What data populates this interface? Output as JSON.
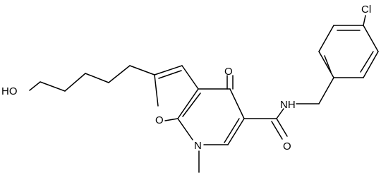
{
  "molecule": {
    "atoms": [
      {
        "id": "ho",
        "label": "HO"
      },
      {
        "id": "o_ring",
        "label": "O"
      },
      {
        "id": "n_ring",
        "label": "N"
      },
      {
        "id": "o_keto",
        "label": "O"
      },
      {
        "id": "nh",
        "label": "NH"
      },
      {
        "id": "o_amide",
        "label": "O"
      },
      {
        "id": "cl",
        "label": "Cl"
      }
    ]
  },
  "colors": {
    "bond": "#000000",
    "background": "#ffffff"
  }
}
